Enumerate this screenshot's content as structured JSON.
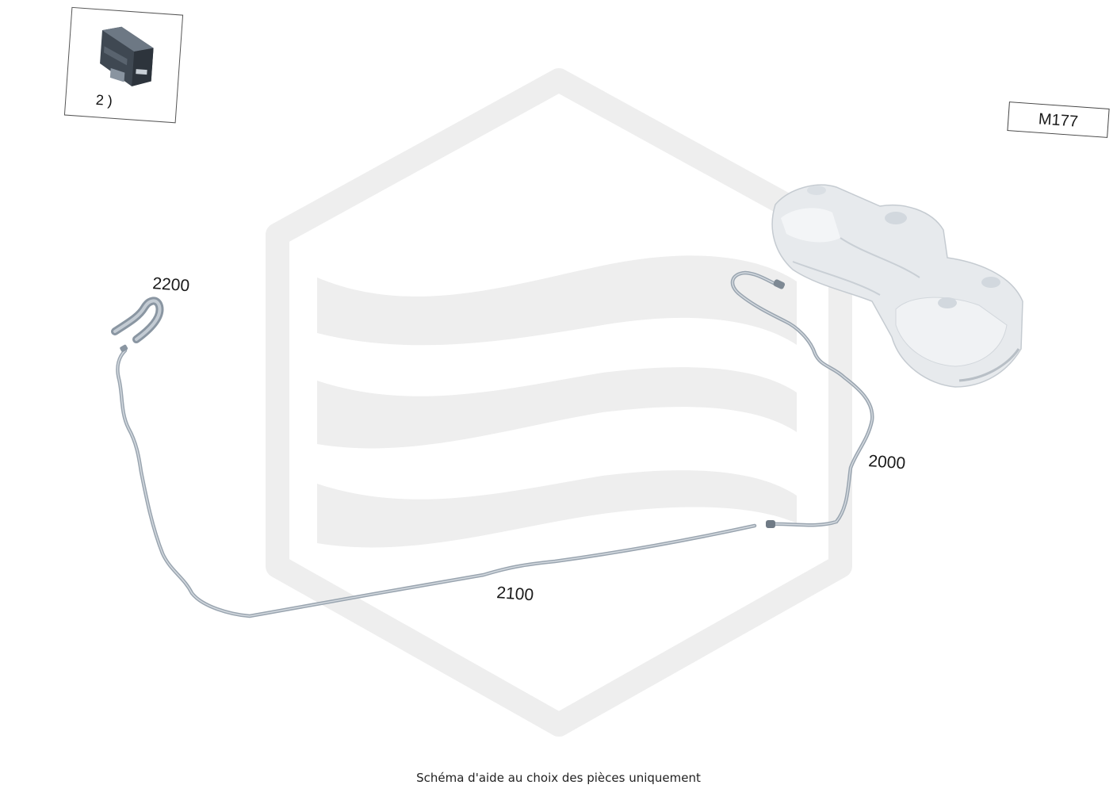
{
  "watermark": {
    "color": "#eeeeee"
  },
  "model_tag": {
    "label": "M177"
  },
  "thumbnail": {
    "label": "2   )"
  },
  "parts": [
    {
      "id": "2200",
      "label": "2200",
      "icon": "fuel-hose-icon"
    },
    {
      "id": "2000",
      "label": "2000",
      "icon": "fuel-line-icon"
    },
    {
      "id": "2100",
      "label": "2100",
      "icon": "fuel-line-icon"
    }
  ],
  "components": {
    "tank_icon": "fuel-tank-icon",
    "thumb_icon": "connector-block-icon"
  },
  "colors": {
    "pipe": "#a8b2bc",
    "pipe_dark": "#7e8994",
    "tank": "#e6e9ec",
    "tank_shadow": "#b9bfc6"
  },
  "footer": {
    "note": "Schéma d'aide au choix des pièces uniquement"
  }
}
